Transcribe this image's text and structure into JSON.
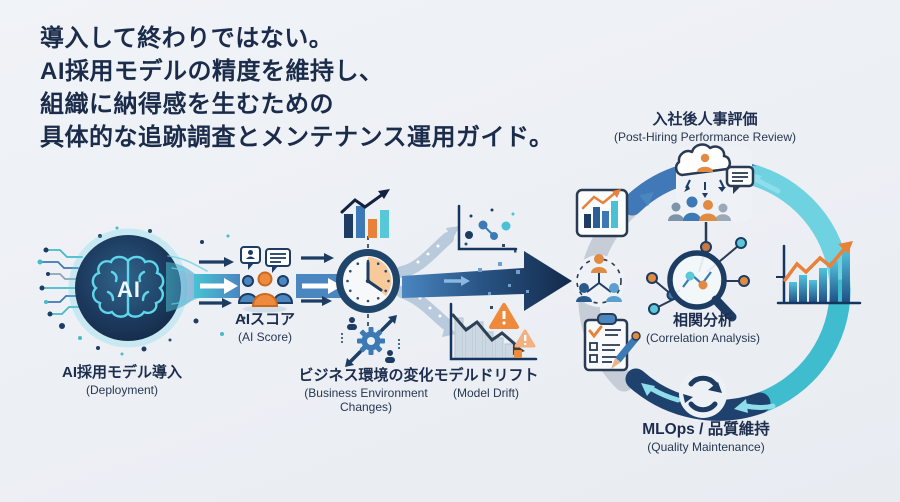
{
  "title": {
    "lines": [
      "導入して終わりではない。",
      "AI採用モデルの精度を維持し、",
      "組織に納得感を生むための",
      "具体的な追跡調査とメンテナンス運用ガイド。"
    ]
  },
  "flow": {
    "deployment": {
      "node_text": "AI",
      "label": "AI採用モデル導入",
      "sublabel": "(Deployment)"
    },
    "ai_score": {
      "label": "AIスコア",
      "sublabel": "(AI Score)"
    },
    "business_environment": {
      "label": "ビジネス環境の変化",
      "sublabel_line1": "(Business Environment",
      "sublabel_line2": "Changes)"
    },
    "model_drift": {
      "label": "モデルドリフト",
      "sublabel": "(Model Drift)"
    }
  },
  "cycle": {
    "post_hiring_review": {
      "label": "入社後人事評価",
      "sublabel": "(Post-Hiring Performance Review)"
    },
    "correlation_analysis": {
      "label": "相関分析",
      "sublabel": "(Correlation Analysis)"
    },
    "mlops": {
      "label": "MLOps / 品質維持",
      "sublabel": "(Quality Maintenance)"
    }
  },
  "icons": {
    "ai-brain-icon": "brain outline with AI badge in navy circle",
    "circuit-lines-icon": "circuit traces with dots",
    "people-group-icon": "three people with speech bubbles",
    "clock-icon": "clock with orange sector",
    "bar-chart-up-icon": "rising bar chart with arrow",
    "gear-change-icon": "gear with outward arrows and people",
    "scatter-plot-icon": "scatter chart",
    "declining-chart-icon": "declining bars with warning triangles",
    "big-flow-arrow": "large navy right arrow",
    "cloud-person-icon": "cloud with person over team and speech bubble",
    "framed-chart-icon": "framed bar chart with orange arrow",
    "team-network-icon": "three connected people",
    "checklist-icon": "clipboard checklist with pencil",
    "magnifier-network-icon": "magnifying glass over node network",
    "growth-chart-icon": "growing bars with orange arrow",
    "refresh-cycle-icon": "circular refresh arrows",
    "cycle-ring": "multicolor circular loop with arrows"
  },
  "colors": {
    "background": "#edf0f4",
    "title_text": "#1b2b4a",
    "navy": "#1d3c63",
    "blue": "#3d7ab5",
    "band_blue": "#4a86c0",
    "teal": "#3fbccd",
    "cyan_light": "#8fdceb",
    "orange": "#e8813a",
    "silver": "#c6cdd6",
    "bar_light": "#cbd7e1",
    "dark_arrow": "#142a4d"
  }
}
